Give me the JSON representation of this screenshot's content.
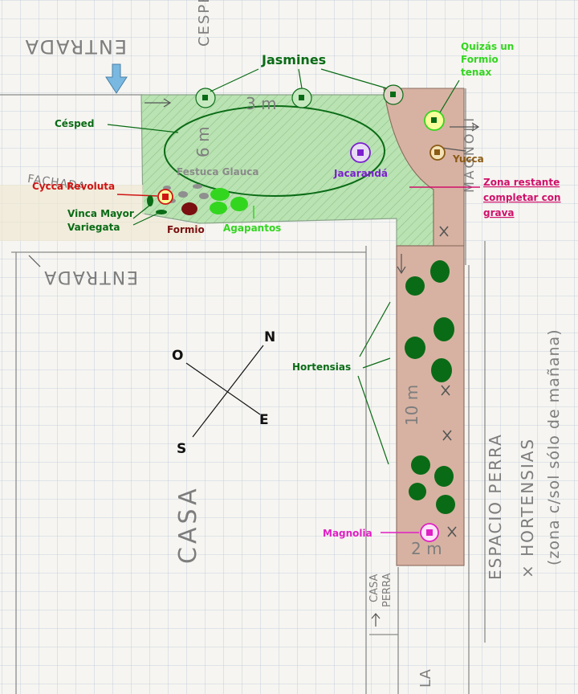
{
  "colors": {
    "grid": "#b9c6d9",
    "paper": "#f6f5f1",
    "pencil": "#7d7d7d",
    "lawn": "#b9e3b2",
    "path_brown": "#d7b2a2",
    "dark_green": "#0a6b16",
    "bright_green": "#33d61f",
    "jacaranda": "#7b1fcf",
    "yucca": "#8b5a14",
    "cycca": "#d01414",
    "formio": "#7a1010",
    "magnolia": "#e01fc4",
    "zona": "#d0106a",
    "compass": "#111111",
    "arrow_blue": "#79b8e0"
  },
  "labels": {
    "jasmines": "Jasmines",
    "quizas": [
      "Quizás un",
      "Formio",
      "tenax"
    ],
    "cesped": "Césped",
    "yucca": "Yucca",
    "jacaranda": "Jacarandá",
    "festuca": "Festuca Glauca",
    "cycca": "Cycca Revoluta",
    "zona": [
      "Zona restante",
      "completar con",
      "grava"
    ],
    "vinca": [
      "Vinca Mayor",
      "Variegata"
    ],
    "formio": "Formio",
    "agapantos": "Agapantos",
    "hortensias": "Hortensias",
    "magnolia": "Magnolia"
  },
  "compass": {
    "n": "N",
    "s": "S",
    "e": "E",
    "o": "O"
  },
  "handwriting": {
    "entrada_top": "ENTRADA",
    "entrada_left": "ENTRADA",
    "cesped_vertical": "CESPED",
    "magnolia_vertical": "MAGNOLI",
    "fachada": "FACHADA",
    "dim_3m": "3 m",
    "dim_6m": "6 m",
    "dim_10m": "10 m",
    "dim_2m": "2 m",
    "casa": "CASA",
    "casa_perra": [
      "CASA",
      "PERRA"
    ],
    "espacio_perra": "ESPACIO PERRA",
    "hortensias_note": "× HORTENSIAS",
    "sol_note": "(zona c/sol sólo de mañana)",
    "bottom_fragment": "LA"
  },
  "icons": [
    "blue-arrow-icon",
    "compass-icon",
    "x-mark-icon"
  ]
}
